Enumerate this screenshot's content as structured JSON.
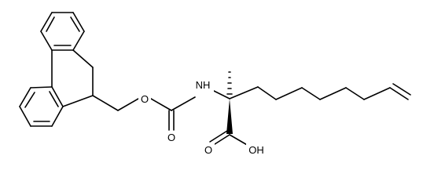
{
  "molecule": {
    "atoms": {
      "o_ether": "O",
      "o_carbonyl": "O",
      "n_amide": "NH",
      "o_acid_carbonyl": "O",
      "oh_acid": "OH"
    }
  },
  "colors": {
    "bond": "#000000",
    "background": "#ffffff"
  }
}
